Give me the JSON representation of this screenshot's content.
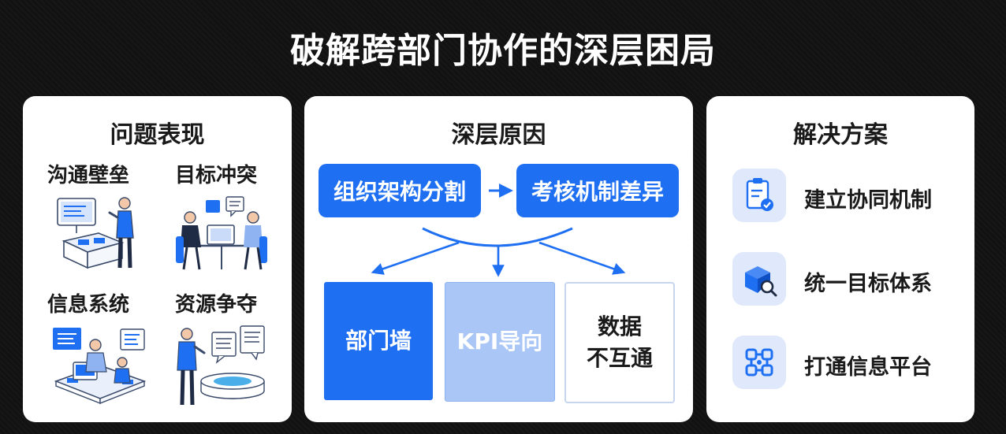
{
  "title": "破解跨部门协作的深层困局",
  "problems": {
    "heading": "问题表现",
    "items": [
      {
        "label": "沟通壁垒"
      },
      {
        "label": "目标冲突"
      },
      {
        "label": "信息系统"
      },
      {
        "label": "资源争夺"
      }
    ]
  },
  "causes": {
    "heading": "深层原因",
    "roots": [
      "组织架构分割",
      "考核机制差异"
    ],
    "effects": [
      {
        "lines": [
          "部门墙"
        ]
      },
      {
        "lines": [
          "KPI导向"
        ]
      },
      {
        "lines": [
          "数据",
          "不互通"
        ]
      }
    ]
  },
  "solutions": {
    "heading": "解决方案",
    "items": [
      {
        "label": "建立协同机制",
        "icon": "clipboard-check-icon"
      },
      {
        "label": "统一目标体系",
        "icon": "box-search-icon"
      },
      {
        "label": "打通信息平台",
        "icon": "network-platform-icon"
      }
    ]
  },
  "colors": {
    "accent": "#1e6ff2",
    "light_accent": "#a9c6f6",
    "icon_bg": "#dfe9fb"
  }
}
